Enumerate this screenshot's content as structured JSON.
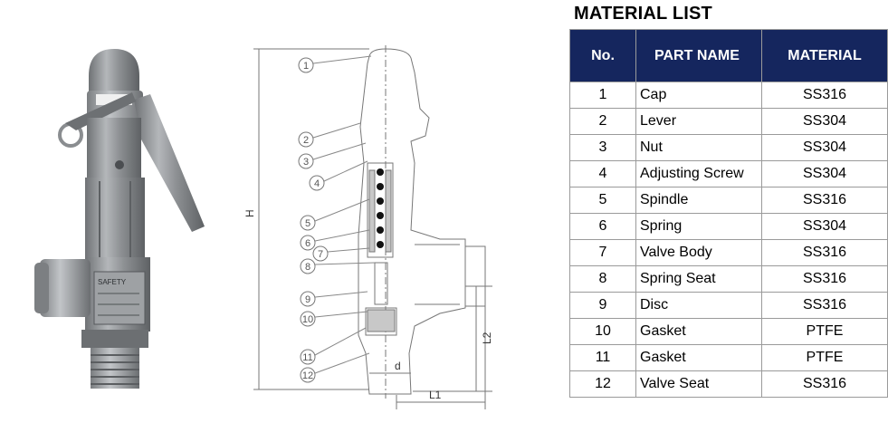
{
  "material_list": {
    "title": "MATERIAL LIST",
    "headers": {
      "no": "No.",
      "part_name": "PART NAME",
      "material": "MATERIAL"
    },
    "rows": [
      {
        "no": "1",
        "part": "Cap",
        "material": "SS316"
      },
      {
        "no": "2",
        "part": "Lever",
        "material": "SS304"
      },
      {
        "no": "3",
        "part": "Nut",
        "material": "SS304"
      },
      {
        "no": "4",
        "part": "Adjusting Screw",
        "material": "SS304"
      },
      {
        "no": "5",
        "part": "Spindle",
        "material": "SS316"
      },
      {
        "no": "6",
        "part": "Spring",
        "material": "SS304"
      },
      {
        "no": "7",
        "part": "Valve Body",
        "material": "SS316"
      },
      {
        "no": "8",
        "part": "Spring Seat",
        "material": "SS316"
      },
      {
        "no": "9",
        "part": "Disc",
        "material": "SS316"
      },
      {
        "no": "10",
        "part": "Gasket",
        "material": "PTFE"
      },
      {
        "no": "11",
        "part": "Gasket",
        "material": "PTFE"
      },
      {
        "no": "12",
        "part": "Valve Seat",
        "material": "SS316"
      }
    ]
  },
  "drawing": {
    "callouts": [
      "1",
      "2",
      "3",
      "4",
      "5",
      "6",
      "7",
      "8",
      "9",
      "10",
      "11",
      "12"
    ],
    "dimensions": {
      "height": "H",
      "thread": "d",
      "length_1": "L1",
      "length_2": "L2"
    }
  },
  "photo": {
    "body_label": "SAFETY"
  },
  "colors": {
    "table_header_bg": "#15265e",
    "table_header_text": "#ffffff",
    "valve_metal": "#8e9194",
    "drawing_lines": "#777777"
  }
}
